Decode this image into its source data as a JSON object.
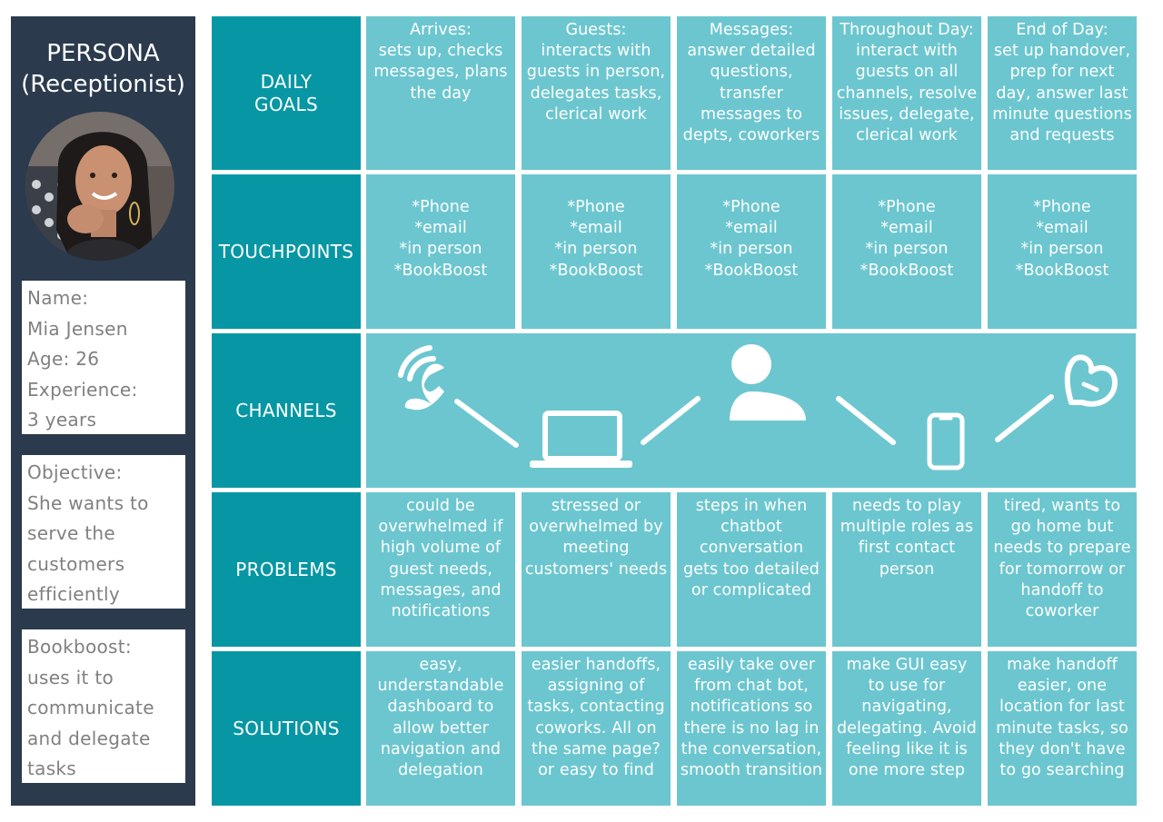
{
  "persona": {
    "title_lines": [
      "PERSONA",
      "(Receptionist)"
    ],
    "details": [
      "Name:",
      "Mia Jensen",
      "Age: 26",
      "Experience:",
      "3 years"
    ],
    "objective": [
      "Objective:",
      "She wants to",
      "serve the",
      "customers",
      "efficiently"
    ],
    "bookboost": [
      "Bookboost:",
      "uses it to",
      "communicate",
      "and delegate",
      "tasks"
    ]
  },
  "rows": {
    "daily_goals": {
      "header": [
        "DAILY",
        "GOALS"
      ],
      "cells": [
        [
          "Arrives:",
          "sets up, checks",
          "messages, plans",
          "the day"
        ],
        [
          "Guests:",
          "interacts with",
          "guests in person,",
          "delegates tasks,",
          "clerical work"
        ],
        [
          "Messages:",
          "answer detailed",
          "questions,",
          "transfer",
          "messages to",
          "depts, coworkers"
        ],
        [
          "Throughout Day:",
          "interact with",
          "guests on all",
          "channels, resolve",
          "issues, delegate,",
          "clerical work"
        ],
        [
          "End of Day:",
          "set up handover,",
          "prep for next",
          "day, answer last",
          "minute questions",
          "and requests"
        ]
      ]
    },
    "touchpoints": {
      "header": [
        "TOUCHPOINTS"
      ],
      "cells": [
        [
          "*Phone",
          "*email",
          "*in person",
          "*BookBoost"
        ],
        [
          "*Phone",
          "*email",
          "*in person",
          "*BookBoost"
        ],
        [
          "*Phone",
          "*email",
          "*in person",
          "*BookBoost"
        ],
        [
          "*Phone",
          "*email",
          "*in person",
          "*BookBoost"
        ],
        [
          "*Phone",
          "*email",
          "*in person",
          "*BookBoost"
        ]
      ]
    },
    "channels": {
      "header": [
        "CHANNELS"
      ],
      "icons": [
        "phone-icon",
        "laptop-icon",
        "person-icon",
        "smartphone-icon",
        "bookboost-logo-icon"
      ]
    },
    "problems": {
      "header": [
        "PROBLEMS"
      ],
      "cells": [
        [
          "could be",
          "overwhelmed if",
          "high volume of",
          "guest needs,",
          "messages, and",
          "notifications"
        ],
        [
          "stressed or",
          "overwhelmed by",
          "meeting",
          "customers' needs"
        ],
        [
          "steps in when",
          "chatbot",
          "conversation",
          "gets too detailed",
          "or complicated"
        ],
        [
          "needs to play",
          "multiple roles as",
          "first contact",
          "person"
        ],
        [
          "tired, wants to",
          "go home but",
          "needs to prepare",
          "for tomorrow or",
          "handoff to",
          "coworker"
        ]
      ]
    },
    "solutions": {
      "header": [
        "SOLUTIONS"
      ],
      "cells": [
        [
          "easy,",
          "understandable",
          "dashboard to",
          "allow better",
          "navigation and",
          "delegation"
        ],
        [
          "easier handoffs,",
          "assigning of",
          "tasks, contacting",
          "coworks. All on",
          "the same page?",
          "or easy to find"
        ],
        [
          "easily take over",
          "from chat bot,",
          "notifications so",
          "there is no lag in",
          "the conversation,",
          "smooth transition"
        ],
        [
          "make GUI easy",
          "to use for",
          "navigating,",
          "delegating. Avoid",
          "feeling like it is",
          "one more step"
        ],
        [
          "make handoff",
          "easier, one",
          "location for last",
          "minute tasks, so",
          "they don't have",
          "to go searching"
        ]
      ]
    }
  },
  "colors": {
    "sidebar": "#2b3a4d",
    "header": "#0797a4",
    "cell": "#6cc6cf",
    "text_light": "#ffffff",
    "text_grey": "#808080"
  }
}
